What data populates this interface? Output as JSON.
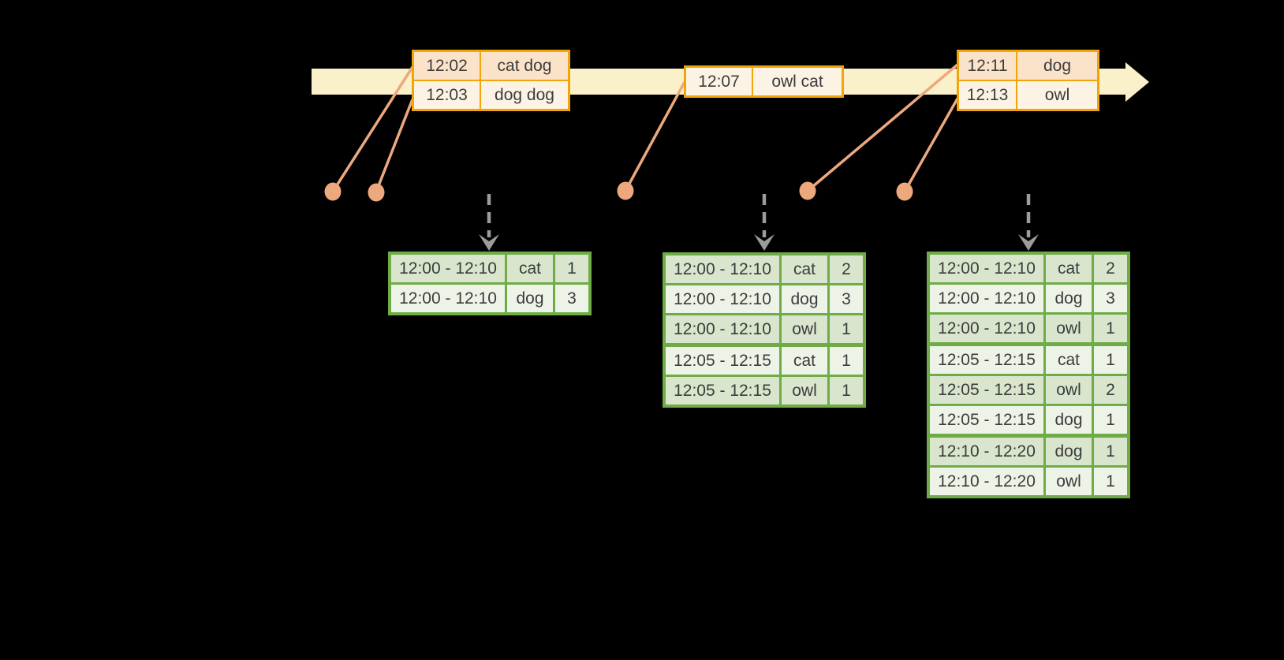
{
  "timeline": {
    "event_tables": [
      {
        "rows": [
          {
            "time": "12:02",
            "words": "cat dog"
          },
          {
            "time": "12:03",
            "words": "dog dog"
          }
        ]
      },
      {
        "rows": [
          {
            "time": "12:07",
            "words": "owl cat"
          }
        ]
      },
      {
        "rows": [
          {
            "time": "12:11",
            "words": "dog"
          },
          {
            "time": "12:13",
            "words": "owl"
          }
        ]
      }
    ]
  },
  "results": {
    "tables": [
      {
        "rows": [
          {
            "window": "12:00 - 12:10",
            "word": "cat",
            "count": "1"
          },
          {
            "window": "12:00 - 12:10",
            "word": "dog",
            "count": "3"
          }
        ]
      },
      {
        "rows": [
          {
            "window": "12:00 - 12:10",
            "word": "cat",
            "count": "2"
          },
          {
            "window": "12:00 - 12:10",
            "word": "dog",
            "count": "3"
          },
          {
            "window": "12:00 - 12:10",
            "word": "owl",
            "count": "1"
          },
          {
            "window": "12:05 - 12:15",
            "word": "cat",
            "count": "1"
          },
          {
            "window": "12:05 - 12:15",
            "word": "owl",
            "count": "1"
          }
        ]
      },
      {
        "rows": [
          {
            "window": "12:00 - 12:10",
            "word": "cat",
            "count": "2"
          },
          {
            "window": "12:00 - 12:10",
            "word": "dog",
            "count": "3"
          },
          {
            "window": "12:00 - 12:10",
            "word": "owl",
            "count": "1"
          },
          {
            "window": "12:05 - 12:15",
            "word": "cat",
            "count": "1"
          },
          {
            "window": "12:05 - 12:15",
            "word": "owl",
            "count": "2"
          },
          {
            "window": "12:05 - 12:15",
            "word": "dog",
            "count": "1"
          },
          {
            "window": "12:10 - 12:20",
            "word": "dog",
            "count": "1"
          },
          {
            "window": "12:10 - 12:20",
            "word": "owl",
            "count": "1"
          }
        ]
      }
    ]
  },
  "colors": {
    "background": "#000000",
    "timeline_band": "#faf0c9",
    "event_table_border": "#f0a50a",
    "event_row_dark": "#fae3c8",
    "event_row_light": "#fdf3e4",
    "connector": "#eda87d",
    "result_table_border": "#6fac47",
    "result_row_dark": "#d9e5cc",
    "result_row_light": "#eef3e8",
    "trigger_arrow": "#9c9c9c",
    "text": "#3c3c3c"
  }
}
